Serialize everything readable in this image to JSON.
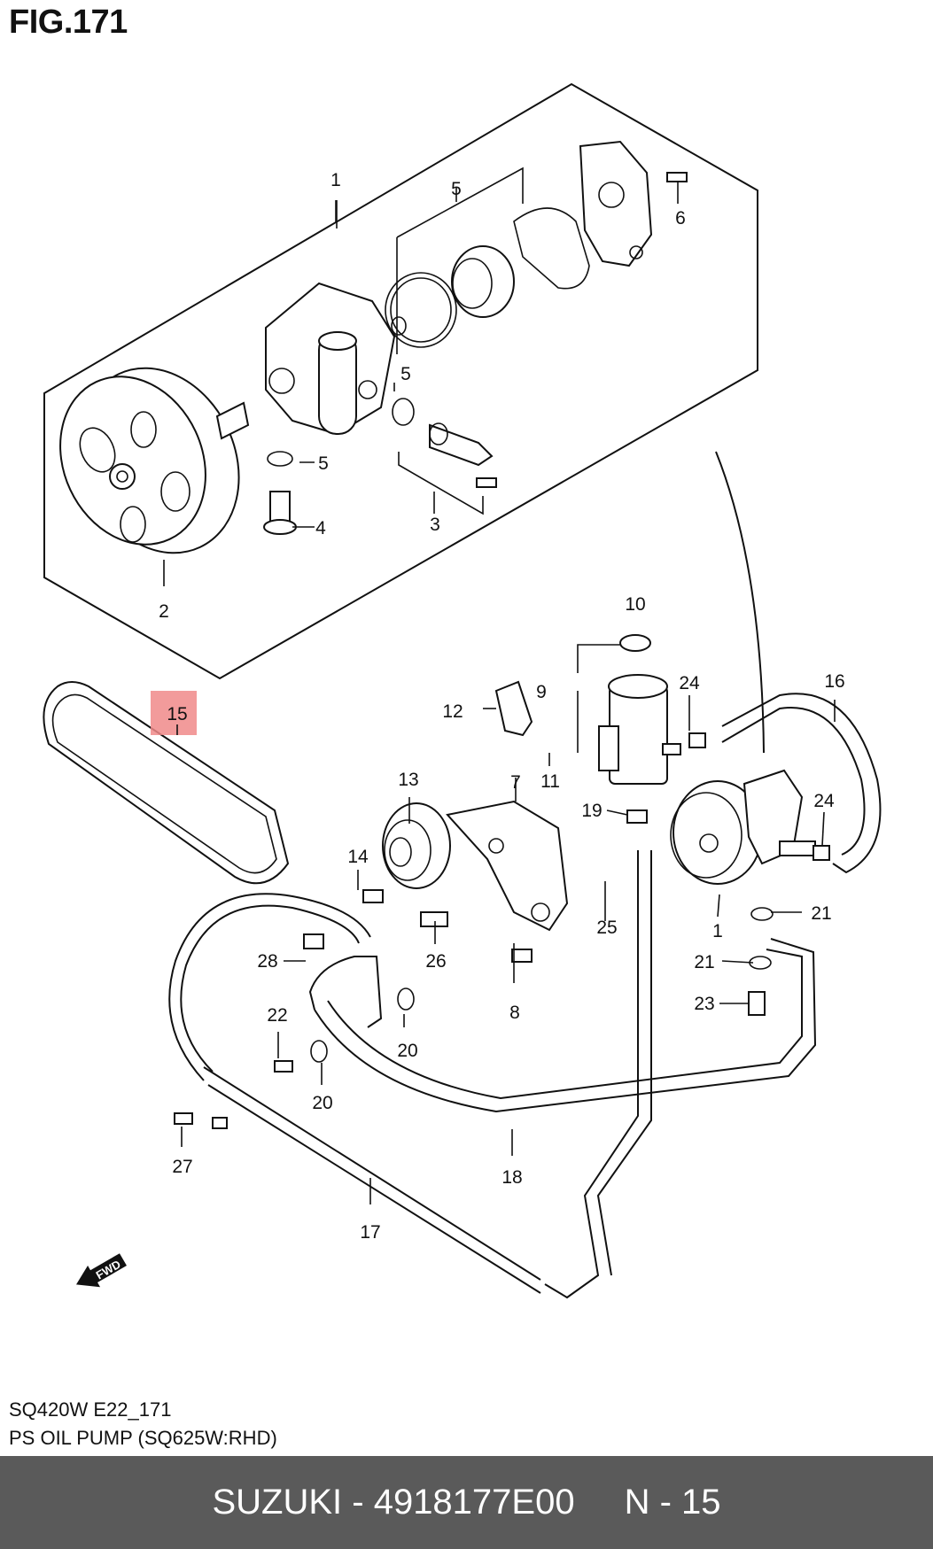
{
  "figure": {
    "title": "FIG.171"
  },
  "callouts": [
    {
      "id": "c1a",
      "text": "1"
    },
    {
      "id": "c2",
      "text": "2"
    },
    {
      "id": "c3",
      "text": "3"
    },
    {
      "id": "c4",
      "text": "4"
    },
    {
      "id": "c5a",
      "text": "5"
    },
    {
      "id": "c5b",
      "text": "5"
    },
    {
      "id": "c5c",
      "text": "5"
    },
    {
      "id": "c6",
      "text": "6"
    },
    {
      "id": "c7",
      "text": "7"
    },
    {
      "id": "c8",
      "text": "8"
    },
    {
      "id": "c9",
      "text": "9"
    },
    {
      "id": "c10",
      "text": "10"
    },
    {
      "id": "c11",
      "text": "11"
    },
    {
      "id": "c12",
      "text": "12"
    },
    {
      "id": "c13",
      "text": "13"
    },
    {
      "id": "c14",
      "text": "14"
    },
    {
      "id": "c15",
      "text": "15"
    },
    {
      "id": "c16",
      "text": "16"
    },
    {
      "id": "c17",
      "text": "17"
    },
    {
      "id": "c18",
      "text": "18"
    },
    {
      "id": "c19",
      "text": "19"
    },
    {
      "id": "c20a",
      "text": "20"
    },
    {
      "id": "c20b",
      "text": "20"
    },
    {
      "id": "c21a",
      "text": "21"
    },
    {
      "id": "c21b",
      "text": "21"
    },
    {
      "id": "c22",
      "text": "22"
    },
    {
      "id": "c23",
      "text": "23"
    },
    {
      "id": "c24a",
      "text": "24"
    },
    {
      "id": "c24b",
      "text": "24"
    },
    {
      "id": "c25",
      "text": "25"
    },
    {
      "id": "c26",
      "text": "26"
    },
    {
      "id": "c27",
      "text": "27"
    },
    {
      "id": "c28",
      "text": "28"
    },
    {
      "id": "c1b",
      "text": "1"
    }
  ],
  "highlight": {
    "part": "15",
    "color": "#f08a8a"
  },
  "fwd_label": "FWD",
  "caption": {
    "line1": "SQ420W E22_171",
    "line2": "PS OIL PUMP (SQ625W:RHD)"
  },
  "footer": {
    "part_info": "SUZUKI - 4918177E00",
    "position": "N - 15",
    "bg_color": "#5a5a5a"
  }
}
